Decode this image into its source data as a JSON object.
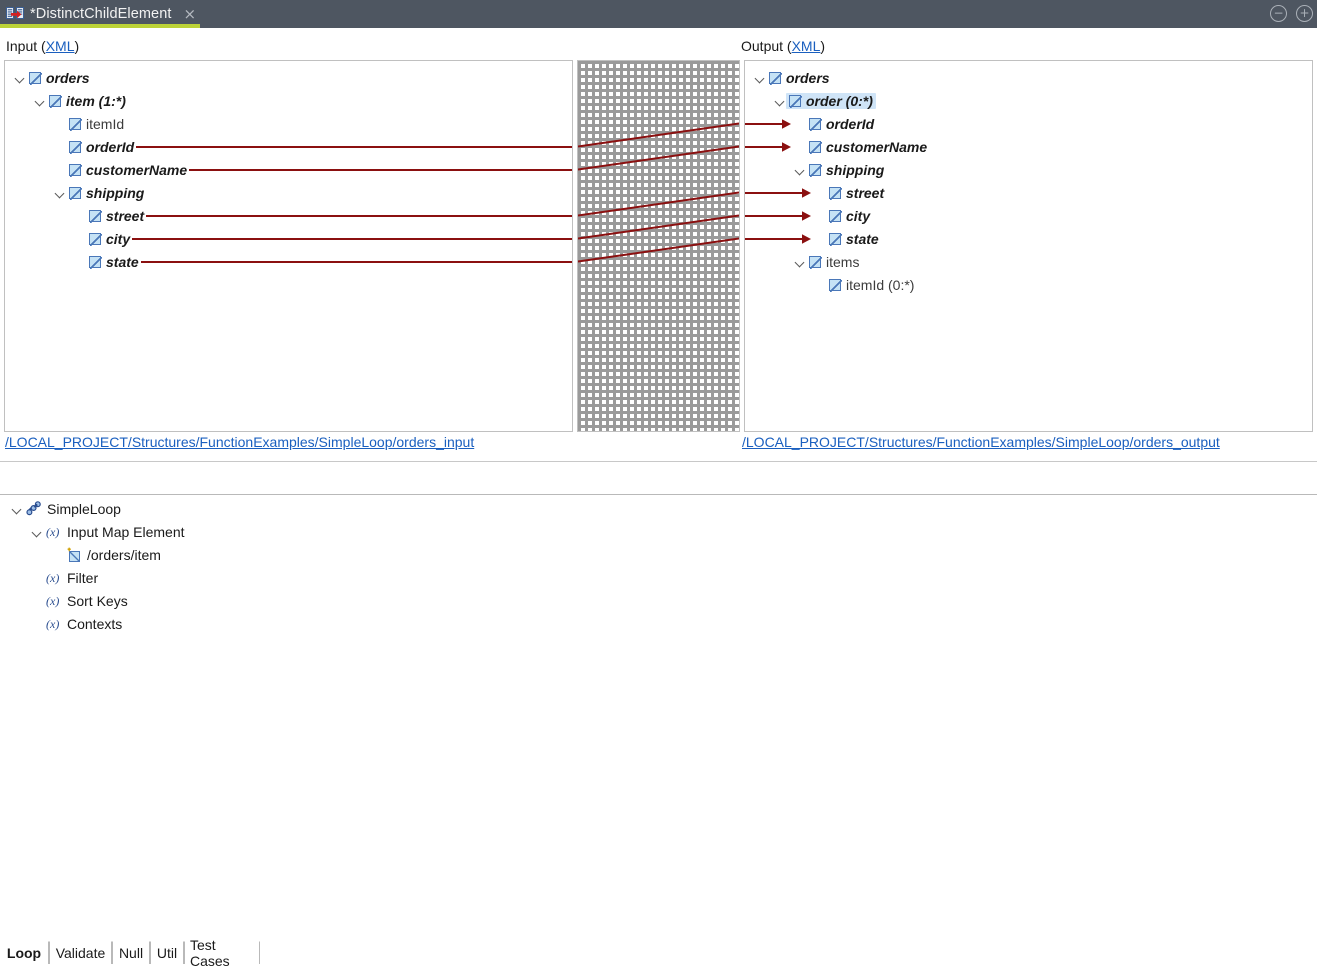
{
  "window": {
    "tab_title": "*DistinctChildElement",
    "tab_icon": "mapping-icon",
    "close_label": "×",
    "minimize_label": "−",
    "maximize_label": "+",
    "accent_underline_color": "#bcd237",
    "titlebar_color": "#4e5661"
  },
  "input_panel": {
    "header_text": "Input (",
    "header_link": "XML",
    "header_close": ")",
    "path": "/LOCAL_PROJECT/Structures/FunctionExamples/SimpleLoop/orders_input",
    "nodes": [
      {
        "label": "orders",
        "indent": 0,
        "expandable": true,
        "mapped": true,
        "line": false
      },
      {
        "label": "item (1:*)",
        "indent": 1,
        "expandable": true,
        "mapped": true,
        "line": false
      },
      {
        "label": "itemId",
        "indent": 2,
        "expandable": false,
        "mapped": false,
        "line": false
      },
      {
        "label": "orderId",
        "indent": 2,
        "expandable": false,
        "mapped": true,
        "line": true
      },
      {
        "label": "customerName",
        "indent": 2,
        "expandable": false,
        "mapped": true,
        "line": true
      },
      {
        "label": "shipping",
        "indent": 2,
        "expandable": true,
        "mapped": true,
        "line": false
      },
      {
        "label": "street",
        "indent": 3,
        "expandable": false,
        "mapped": true,
        "line": true
      },
      {
        "label": "city",
        "indent": 3,
        "expandable": false,
        "mapped": true,
        "line": true
      },
      {
        "label": "state",
        "indent": 3,
        "expandable": false,
        "mapped": true,
        "line": true
      }
    ]
  },
  "output_panel": {
    "header_text": "Output (",
    "header_link": "XML",
    "header_close": ")",
    "path": "/LOCAL_PROJECT/Structures/FunctionExamples/SimpleLoop/orders_output",
    "nodes": [
      {
        "label": "orders",
        "indent": 0,
        "expandable": true,
        "mapped": true,
        "line": false,
        "selected": false
      },
      {
        "label": "order (0:*)",
        "indent": 1,
        "expandable": true,
        "mapped": true,
        "line": false,
        "selected": true
      },
      {
        "label": "orderId",
        "indent": 2,
        "expandable": false,
        "mapped": true,
        "line": true,
        "selected": false
      },
      {
        "label": "customerName",
        "indent": 2,
        "expandable": false,
        "mapped": true,
        "line": true,
        "selected": false
      },
      {
        "label": "shipping",
        "indent": 2,
        "expandable": true,
        "mapped": true,
        "line": false,
        "selected": false
      },
      {
        "label": "street",
        "indent": 3,
        "expandable": false,
        "mapped": true,
        "line": true,
        "selected": false
      },
      {
        "label": "city",
        "indent": 3,
        "expandable": false,
        "mapped": true,
        "line": true,
        "selected": false
      },
      {
        "label": "state",
        "indent": 3,
        "expandable": false,
        "mapped": true,
        "line": true,
        "selected": false
      },
      {
        "label": "items",
        "indent": 2,
        "expandable": true,
        "mapped": false,
        "line": false,
        "selected": false
      },
      {
        "label": "itemId (0:*)",
        "indent": 3,
        "expandable": false,
        "mapped": false,
        "line": false,
        "selected": false
      }
    ]
  },
  "mapping_panel": {
    "grid_color": "#9a9a9a",
    "line_color": "#8b1010",
    "links": [
      {
        "from": "orderId",
        "to": "orderId"
      },
      {
        "from": "customerName",
        "to": "customerName"
      },
      {
        "from": "street",
        "to": "street"
      },
      {
        "from": "city",
        "to": "city"
      },
      {
        "from": "state",
        "to": "state"
      }
    ]
  },
  "bottom": {
    "tabs": [
      {
        "label": "Loop",
        "active": true
      },
      {
        "label": "Validate",
        "active": false
      },
      {
        "label": "Null",
        "active": false
      },
      {
        "label": "Util",
        "active": false
      },
      {
        "label": "Test Cases",
        "active": false
      }
    ],
    "tree": [
      {
        "label": "SimpleLoop",
        "indent": 0,
        "expandable": true,
        "icon": "chain-link-icon"
      },
      {
        "label": "Input Map Element",
        "indent": 1,
        "expandable": true,
        "icon": "function-fx-icon"
      },
      {
        "label": "/orders/item",
        "indent": 2,
        "expandable": false,
        "icon": "element-ref-icon"
      },
      {
        "label": "Filter",
        "indent": 1,
        "expandable": false,
        "icon": "function-fx-icon"
      },
      {
        "label": "Sort Keys",
        "indent": 1,
        "expandable": false,
        "icon": "function-fx-icon"
      },
      {
        "label": "Contexts",
        "indent": 1,
        "expandable": false,
        "icon": "function-fx-icon"
      }
    ]
  }
}
